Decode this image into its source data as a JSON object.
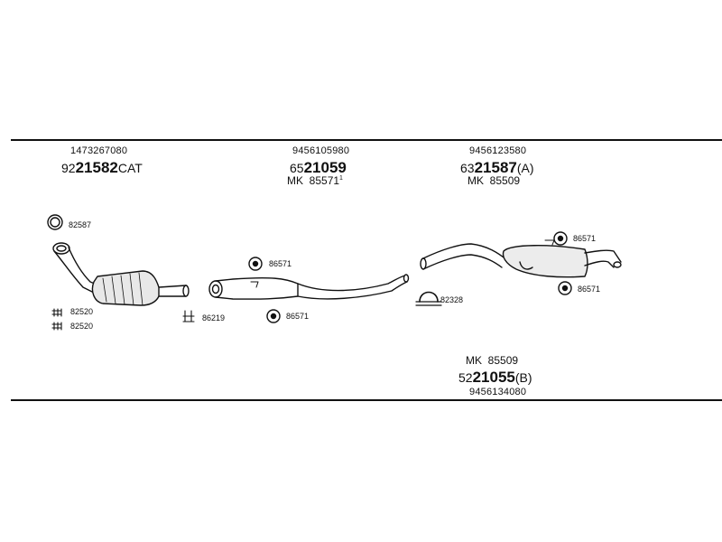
{
  "catalytic": {
    "oem": "1473267080",
    "prefix": "92",
    "number": "21582",
    "suffix": "CAT"
  },
  "middle": {
    "oem": "9456105980",
    "prefix": "65",
    "number": "21059",
    "suffix": "",
    "kit_prefix": "MK",
    "kit": "85571",
    "kit_note": "1"
  },
  "rear": {
    "oem": "9456123580",
    "prefix": "63",
    "number": "21587",
    "suffix": "(A)",
    "kit_prefix": "MK",
    "kit": "85509"
  },
  "rear_b": {
    "kit_prefix": "MK",
    "kit": "85509",
    "prefix": "52",
    "number": "21055",
    "suffix": "(B)",
    "oem": "9456134080"
  },
  "parts": {
    "gasket": "82587",
    "bolt1": "82520",
    "bolt2": "82520",
    "clamp_front": "86219",
    "ring_mid_top": "86571",
    "ring_mid_bottom": "86571",
    "clamp_u": "82328",
    "ring_rear_top": "86571",
    "ring_rear_bottom": "86571"
  }
}
